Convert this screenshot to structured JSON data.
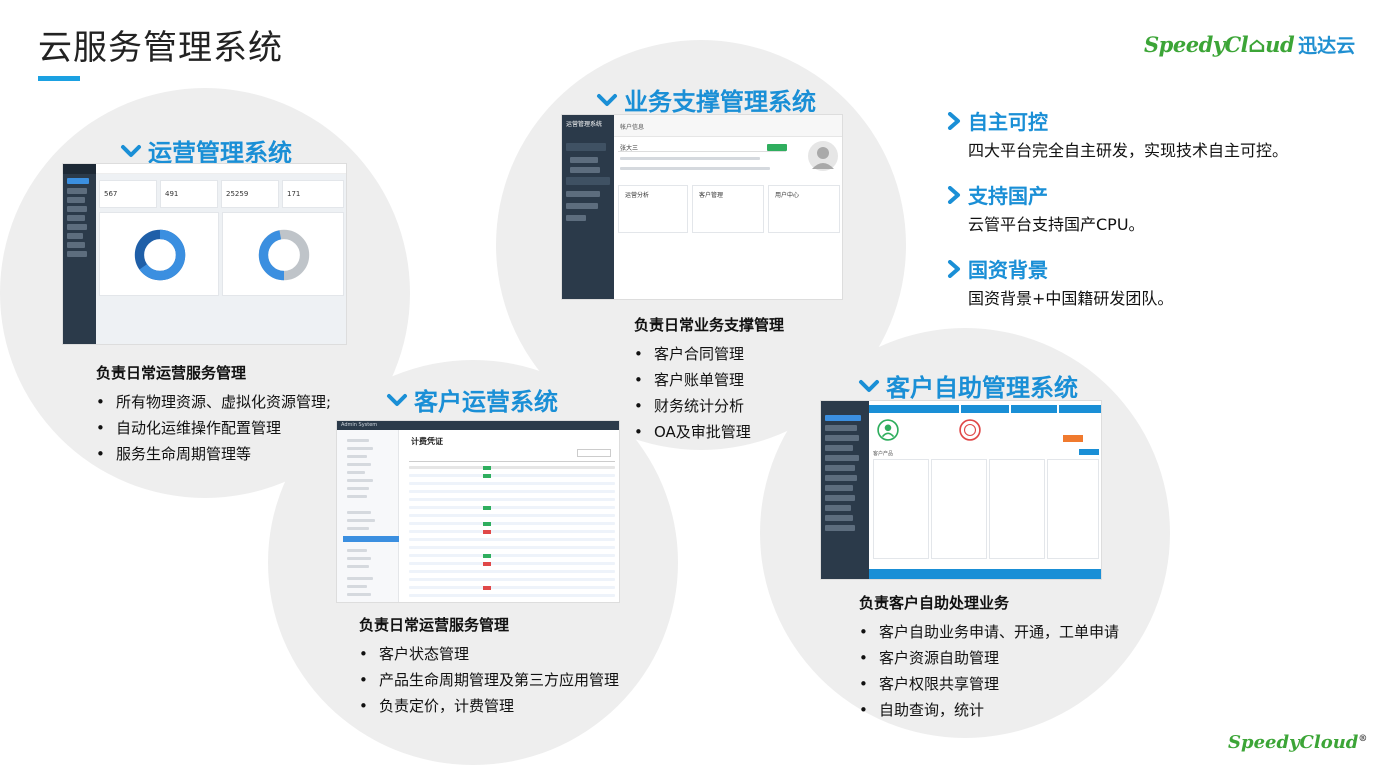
{
  "header": {
    "title": "云服务管理系统",
    "logo_brand": "SpeedyCl⌂ud",
    "logo_cn": "迅达云"
  },
  "footer": {
    "logo": "SpeedyCloud",
    "reg": "®"
  },
  "colors": {
    "accent": "#1a8fd6",
    "brand_green": "#3ca537",
    "circle_bg": "#eeeeee"
  },
  "systems": {
    "ops": {
      "title": "运营管理系统",
      "desc_title": "负责日常运营服务管理",
      "items": [
        "所有物理资源、虚拟化资源管理;",
        "自动化运维操作配置管理",
        "服务生命周期管理等"
      ]
    },
    "biz": {
      "title": "业务支撑管理系统",
      "desc_title": "负责日常业务支撑管理",
      "items": [
        "客户合同管理",
        "客户账单管理",
        "财务统计分析",
        "OA及审批管理"
      ]
    },
    "cust": {
      "title": "客户运营系统",
      "desc_title": "负责日常运营服务管理",
      "items": [
        "客户状态管理",
        "产品生命周期管理及第三方应用管理",
        "负责定价，计费管理"
      ]
    },
    "self": {
      "title": "客户自助管理系统",
      "desc_title": "负责客户自助处理业务",
      "items": [
        "客户自助业务申请、开通，工单申请",
        "客户资源自助管理",
        "客户权限共享管理",
        "自助查询，统计"
      ]
    }
  },
  "features": [
    {
      "title": "自主可控",
      "desc": "四大平台完全自主研发，实现技术自主可控。"
    },
    {
      "title": "支持国产",
      "desc": "云管平台支持国产CPU。"
    },
    {
      "title": "国资背景",
      "desc": "国资背景+中国籍研发团队。"
    }
  ],
  "screens": {
    "ops": {
      "stats": [
        "567",
        "491",
        "25259",
        "171"
      ]
    },
    "biz": {
      "header": "运营管理系统",
      "section": "帐户信息",
      "user": "张大三",
      "cards": [
        "运营分析",
        "客户管理",
        "用户中心"
      ]
    },
    "cust": {
      "header": "Admin System",
      "page_title": "计费凭证"
    },
    "self": {
      "section": "客户产品"
    }
  }
}
